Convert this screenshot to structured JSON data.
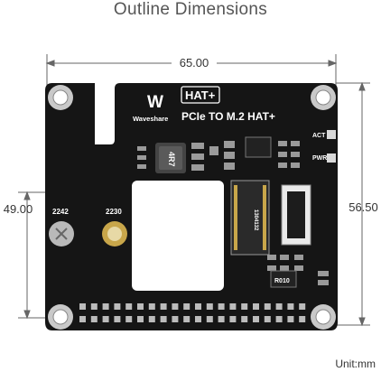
{
  "header": {
    "title": "Outline Dimensions"
  },
  "dimensions": {
    "width_label": "65.00",
    "left_height_label": "49.00",
    "right_height_label": "56.50",
    "unit_label": "Unit:mm"
  },
  "board": {
    "brand_mark": "W",
    "brand_name": "Waveshare",
    "badge": "HAT+",
    "product_name": "PCIe TO M.2 HAT+",
    "led_act": "ACT",
    "led_pwr": "PWR",
    "slot_2242": "2242",
    "slot_2230": "2230",
    "inductor_code": "4R7",
    "connector_code": "1304132",
    "chip_code": "R010"
  },
  "colors": {
    "pcb": "#151515",
    "silkscreen": "#ffffff",
    "gold": "#c8a64a",
    "dim_line": "#666666"
  }
}
